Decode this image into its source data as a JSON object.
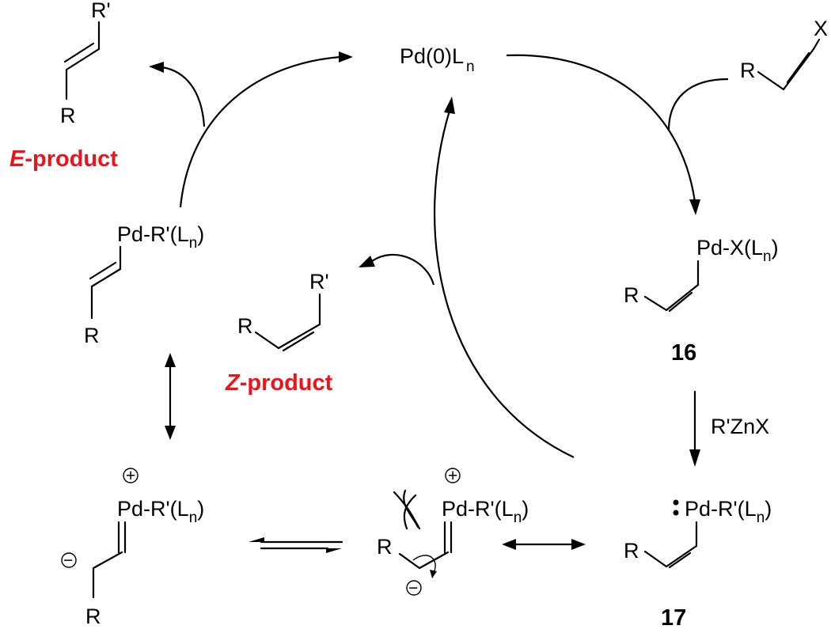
{
  "labels": {
    "pd0": "Pd(0)L",
    "pd0_sub": "n",
    "substrate_x": "X",
    "substrate_r": "R",
    "e_prod_r1": "R'",
    "e_prod_r": "R",
    "e_product_prefix": "E",
    "e_product_suffix": "-product",
    "z_prod_r1": "R'",
    "z_prod_r": "R",
    "z_product_prefix": "Z",
    "z_product_suffix": "-product",
    "pd_x": "Pd-X(L",
    "pd_x_sub": "n",
    "pd_x_close": ")",
    "c16_r": "R",
    "c16": "16",
    "reagent": "R'ZnX",
    "pd_rprime": "Pd-R'(L",
    "pd_rprime_sub": "n",
    "pd_rprime_close": ")",
    "e_complex_r": "R",
    "c17_r": "R",
    "c17": "17",
    "carbene_left_r": "R",
    "carbene_mid_r": "R",
    "plus": "+",
    "minus": "−"
  }
}
